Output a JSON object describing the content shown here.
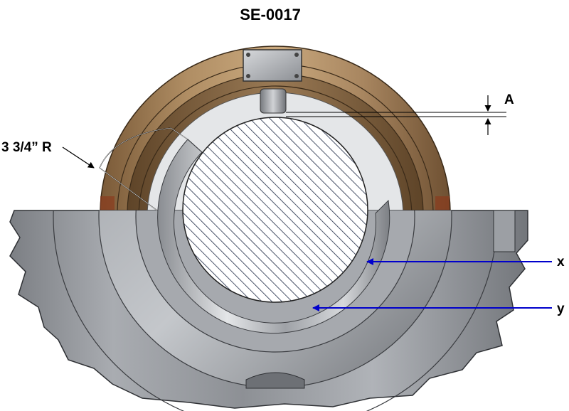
{
  "title": "SE-0017",
  "labels": {
    "radius": "3 3/4” R",
    "clearance": "A",
    "x": "x",
    "y": "y"
  },
  "colors": {
    "arrow": "#0000cc",
    "housing": "#8f9297",
    "cap": "#8a6a44",
    "bearing": "#d9dcdf",
    "journal_hatch": "#1e2a45"
  }
}
